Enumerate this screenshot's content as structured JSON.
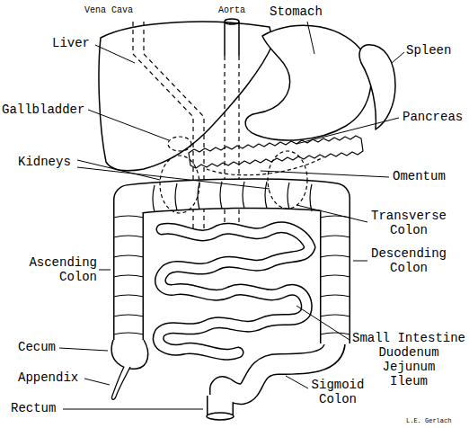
{
  "diagram": {
    "labels": [
      "Vena Cava",
      "Aorta",
      "Stomach",
      "Liver",
      "Spleen",
      "Gallbladder",
      "Pancreas",
      "Kidneys",
      "Omentum",
      "Transverse Colon",
      "Descending Colon",
      "Ascending Colon",
      "Small Intestine",
      "Duodenum",
      "Jejunum",
      "Ileum",
      "Cecum",
      "Appendix",
      "Rectum",
      "Sigmoid Colon",
      "L.E. Gerlach"
    ]
  }
}
